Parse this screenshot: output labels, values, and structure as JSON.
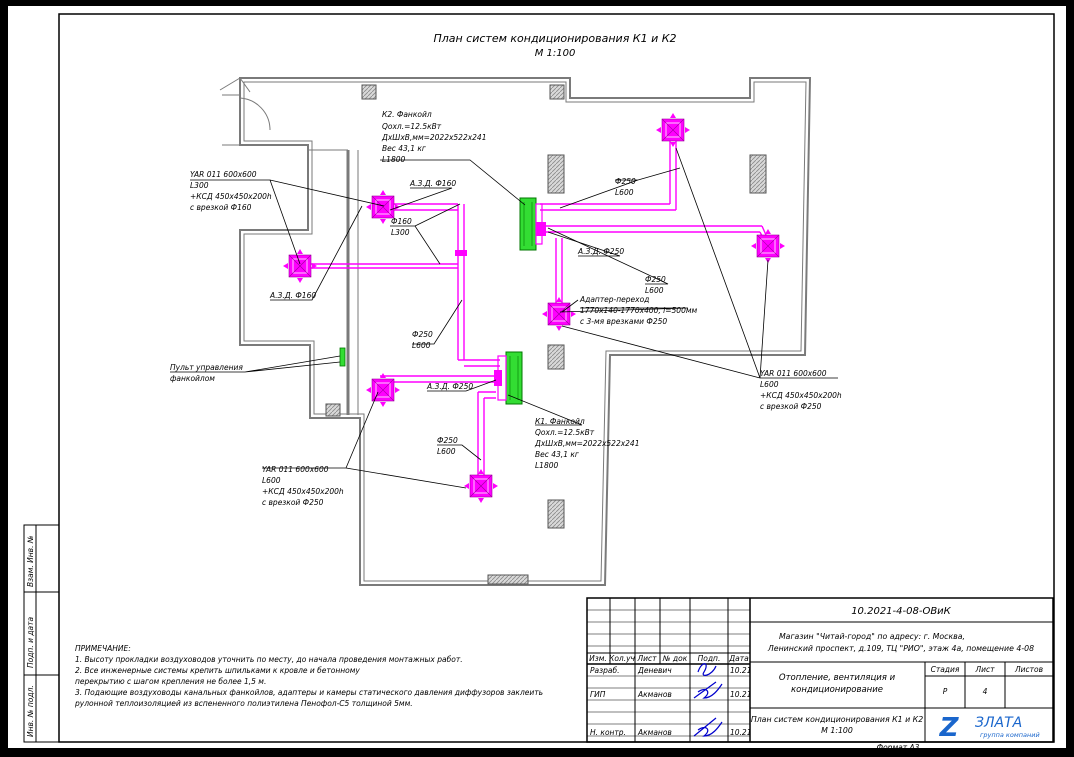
{
  "title": {
    "line1": "План систем кондиционирования К1 и К2",
    "line2": "М 1:100"
  },
  "callouts": {
    "k2": [
      "К2. Фанкойл",
      "Qохл.=12.5кВт",
      "ДхШхВ,мм=2022х522х241",
      "Вес 43,1 кг",
      "L1800"
    ],
    "yar_left": [
      "YAR 011 600х600",
      "L300",
      "+КСД 450х450х200h",
      "с врезкой Ф160"
    ],
    "azd160_top": "А.З.Д. Ф160",
    "f160_l300": [
      "Ф160",
      "L300"
    ],
    "azd160_left": "А.З.Д. Ф160",
    "f250_top": [
      "Ф250",
      "L600"
    ],
    "azd250_right": "А.З.Д. Ф250",
    "f250_right": [
      "Ф250",
      "L600"
    ],
    "adapter": [
      "Адаптер-переход",
      "1770х140-1770х400, l=500мм",
      "с 3-мя врезками Ф250"
    ],
    "pult": [
      "Пульт управления",
      "фанкойлом"
    ],
    "f250_mid": [
      "Ф250",
      "L600"
    ],
    "azd250_mid": "А.З.Д. Ф250",
    "yar_right": [
      "YAR 011 600х600",
      "L600",
      "+КСД 450х450х200h",
      "с врезкой Ф250"
    ],
    "k1": [
      "К1. Фанкойл",
      "Qохл.=12.5кВт",
      "ДхШхВ,мм=2022х522х241",
      "Вес 43,1 кг",
      "L1800"
    ],
    "f250_low": [
      "Ф250",
      "L600"
    ],
    "yar_bottom": [
      "YAR 011 600х600",
      "L600",
      "+КСД 450х450х200h",
      "с врезкой Ф250"
    ]
  },
  "notes": {
    "heading": "ПРИМЕЧАНИЕ:",
    "lines": [
      "1. Высоту прокладки воздуховодов уточнить по месту, до начала проведения монтажных работ.",
      "2. Все инженерные системы крепить шпильками к кровле и бетонному",
      "перекрытию с шагом крепления не более 1,5 м.",
      "3. Подающие воздуховоды канальных фанкойлов, адаптеры и камеры статического давления диффузоров заклеить",
      "рулонной теплоизоляцией из вспененного полиэтилена Пенофол-С5 толщиной 5мм."
    ]
  },
  "side_stamp": [
    "Инв. № подл.",
    "Подп. и дата",
    "Взам. Инв. №"
  ],
  "title_block": {
    "doc_code": "10.2021-4-08-ОВиК",
    "object": [
      "Магазин \"Читай-город\" по адресу: г. Москва,",
      "Ленинский проспект, д.109, ТЦ \"РИО\", этаж 4а, помещение 4-08"
    ],
    "section": [
      "Отопление, вентиляция и",
      "кондиционирование"
    ],
    "sheet_title": [
      "План систем кондиционирования К1 и К2",
      "М 1:100"
    ],
    "col_headers": [
      "Изм.",
      "Кол.уч",
      "Лист",
      "№ док",
      "Подп.",
      "Дата"
    ],
    "rows": [
      {
        "role": "Разраб.",
        "name": "Деневич",
        "date": "10.21"
      },
      {
        "role": "ГИП",
        "name": "Акманов",
        "date": "10.21"
      },
      {
        "role": "Н. контр.",
        "name": "Акманов",
        "date": "10.21"
      }
    ],
    "stage_label": "Стадия",
    "sheet_label": "Лист",
    "sheets_label": "Листов",
    "stage": "Р",
    "sheet": "4",
    "sheets": "",
    "logo_letter": "Z",
    "logo_name": "ЗЛАТА",
    "logo_sub": "группа компаний",
    "format": "Формат А3"
  },
  "colors": {
    "duct": "#ff00ff",
    "fancoil": "#00cc00",
    "wall": "#7a7a7a",
    "logo": "#1a66cc",
    "signature": "#0000cc"
  }
}
